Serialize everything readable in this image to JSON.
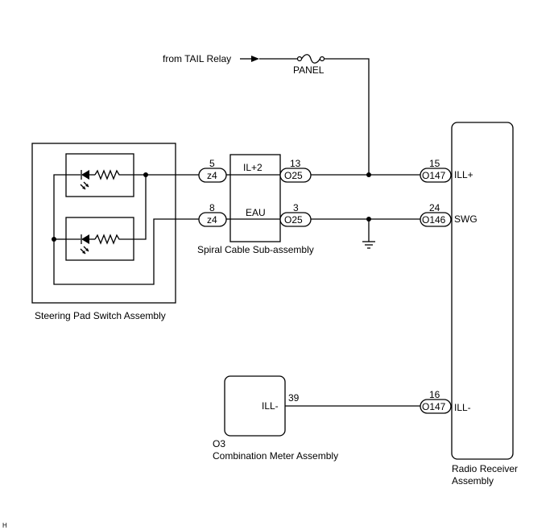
{
  "source": {
    "label": "from TAIL Relay"
  },
  "fuse": {
    "label": "PANEL"
  },
  "steering_pad": {
    "label": "Steering Pad Switch Assembly"
  },
  "spiral_cable": {
    "label": "Spiral Cable Sub-assembly",
    "signal_top": "IL+2",
    "signal_bottom": "EAU"
  },
  "connectors": {
    "z4_top": {
      "name": "z4",
      "pin": "5"
    },
    "z4_bottom": {
      "name": "z4",
      "pin": "8"
    },
    "o25_top": {
      "name": "O25",
      "pin": "13"
    },
    "o25_bottom": {
      "name": "O25",
      "pin": "3"
    },
    "o147_top": {
      "name": "O147",
      "pin": "15"
    },
    "o146": {
      "name": "O146",
      "pin": "24"
    },
    "o147_bottom": {
      "name": "O147",
      "pin": "16"
    }
  },
  "radio_receiver": {
    "label_line1": "Radio Receiver",
    "label_line2": "Assembly",
    "pin_ill_plus": "ILL+",
    "pin_swg": "SWG",
    "pin_ill_minus": "ILL-"
  },
  "combination_meter": {
    "code": "O3",
    "label": "Combination Meter Assembly",
    "pin_label": "ILL-",
    "pin_number": "39"
  },
  "corner_mark": "H"
}
